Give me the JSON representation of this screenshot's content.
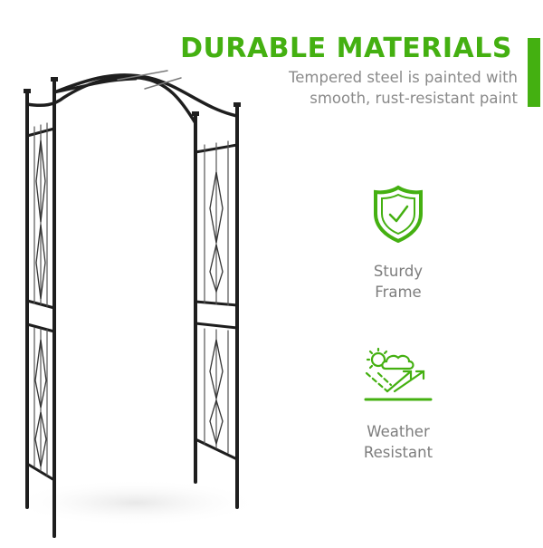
{
  "headline": "DURABLE MATERIALS",
  "subline": "Tempered steel is painted with smooth, rust-resistant paint",
  "colors": {
    "accent": "#44b011",
    "text_gray": "#8a8a8a",
    "frame": "#1e1e1e"
  },
  "features": [
    {
      "icon": "shield-check-icon",
      "label_line1": "Sturdy",
      "label_line2": "Frame"
    },
    {
      "icon": "weather-sun-cloud-icon",
      "label_line1": "Weather",
      "label_line2": "Resistant"
    }
  ],
  "product": {
    "name": "metal garden arch trellis",
    "icon": "garden-arch-image"
  }
}
